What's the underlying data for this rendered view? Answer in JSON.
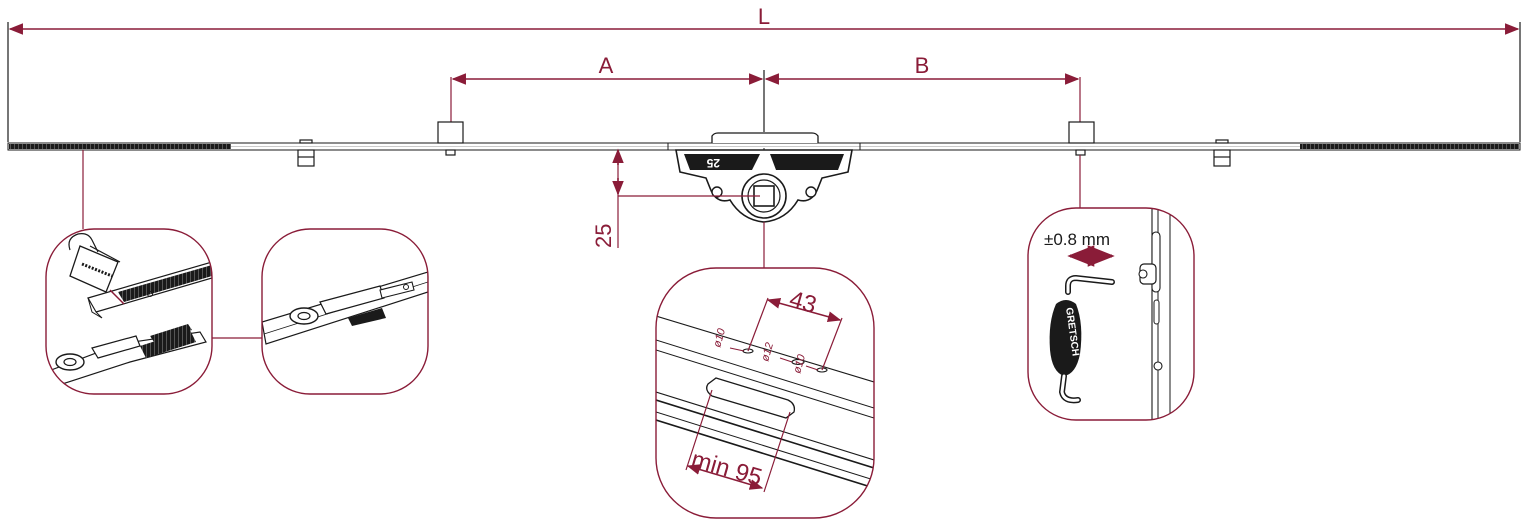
{
  "colors": {
    "accent": "#8a1c38",
    "line": "#1a1a1a",
    "background": "#ffffff"
  },
  "dimensions": {
    "overall_length": "L",
    "left_section": "A",
    "right_section": "B",
    "backset": "25"
  },
  "detail_center": {
    "spacing": "43",
    "min_length": "min 95",
    "hole_1": "ø10",
    "hole_2": "ø12",
    "hole_3": "ø10"
  },
  "detail_right": {
    "tolerance": "±0.8 mm",
    "brand_mark": "GRETSCH"
  },
  "gearbox_marking": "25"
}
